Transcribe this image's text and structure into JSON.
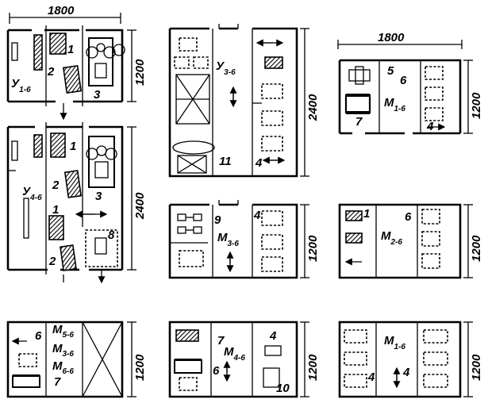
{
  "dimensions": {
    "top_left_width": "1800",
    "top_right_width": "1800",
    "p1_height": "1200",
    "p2_height": "2400",
    "p3_height": "2400",
    "p4_height": "1200",
    "p5_height": "1200",
    "p6_height": "1200",
    "p7_height": "1200",
    "p8_height": "1200",
    "p9_height": "1200"
  },
  "labels": {
    "p1": {
      "n1": "1",
      "n2": "2",
      "n3": "3",
      "zone_main": "У",
      "zone_sub": "1-6"
    },
    "p2": {
      "n1a": "1",
      "n2a": "2",
      "n3": "3",
      "n1b": "1",
      "n2b": "2",
      "n8": "8",
      "zone_main": "У",
      "zone_sub": "4-6"
    },
    "p3": {
      "zone_main": "У",
      "zone_sub": "3-6",
      "n4": "4",
      "n11": "11"
    },
    "p4": {
      "n5": "5",
      "n6": "6",
      "n7": "7",
      "n4": "4",
      "zone_main": "М",
      "zone_sub": "1-6"
    },
    "p5": {
      "n9": "9",
      "n4": "4",
      "zone_main": "М",
      "zone_sub": "3-6"
    },
    "p6": {
      "n1": "1",
      "n6": "6",
      "zone_main": "М",
      "zone_sub": "2-6"
    },
    "p7": {
      "n6": "6",
      "n7": "7",
      "z1_main": "М",
      "z1_sub": "5-6",
      "z2_main": "М",
      "z2_sub": "3-6",
      "z3_main": "М",
      "z3_sub": "6-6"
    },
    "p8": {
      "n7": "7",
      "n4": "4",
      "n6": "6",
      "n10": "10",
      "zone_main": "М",
      "zone_sub": "4-6"
    },
    "p9": {
      "n4a": "4",
      "n4b": "4",
      "zone_main": "М",
      "zone_sub": "1-6"
    }
  }
}
